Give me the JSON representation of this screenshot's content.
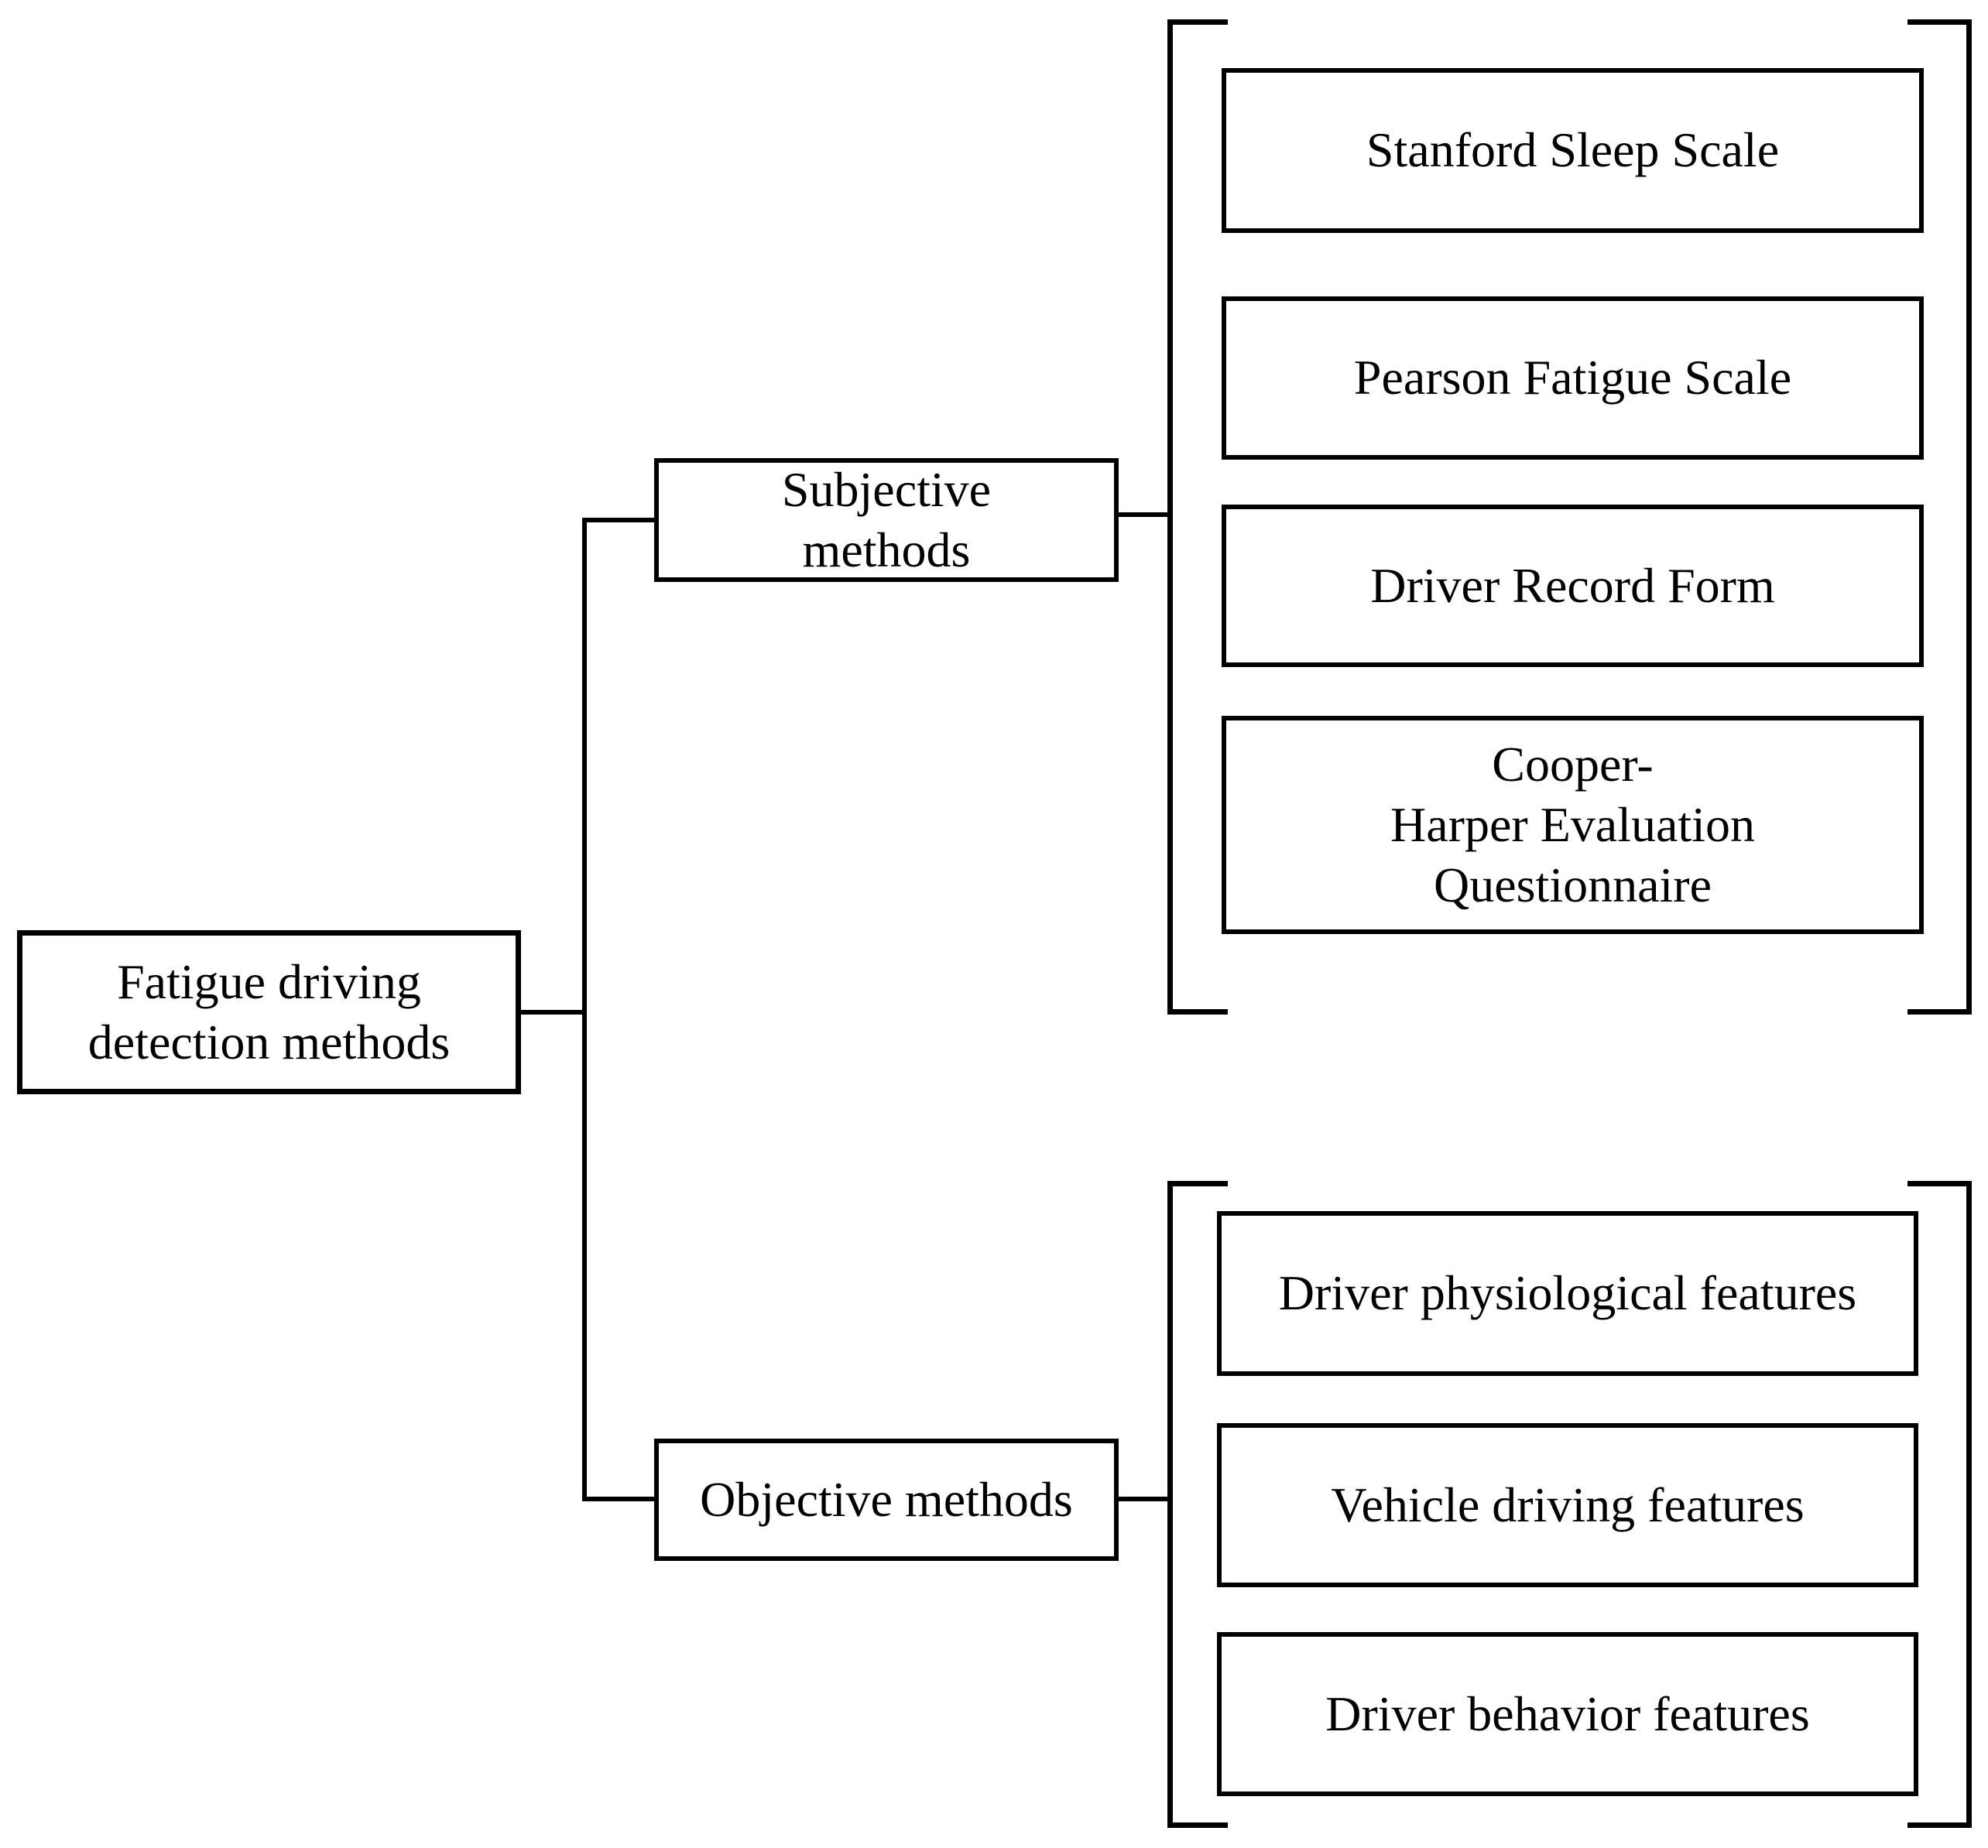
{
  "figure": {
    "background_color": "#ffffff",
    "line_color": "#000000",
    "text_color": "#000000",
    "root": {
      "label": "Fatigue driving\ndetection methods"
    },
    "branches": [
      {
        "label": "Subjective\nmethods",
        "children": [
          {
            "label": "Stanford Sleep Scale"
          },
          {
            "label": "Pearson Fatigue Scale"
          },
          {
            "label": "Driver Record Form"
          },
          {
            "label": "Cooper-\nHarper Evaluation\nQuestionnaire"
          }
        ]
      },
      {
        "label": "Objective methods",
        "children": [
          {
            "label": "Driver physiological features"
          },
          {
            "label": "Vehicle driving features"
          },
          {
            "label": "Driver behavior features"
          }
        ]
      }
    ]
  }
}
